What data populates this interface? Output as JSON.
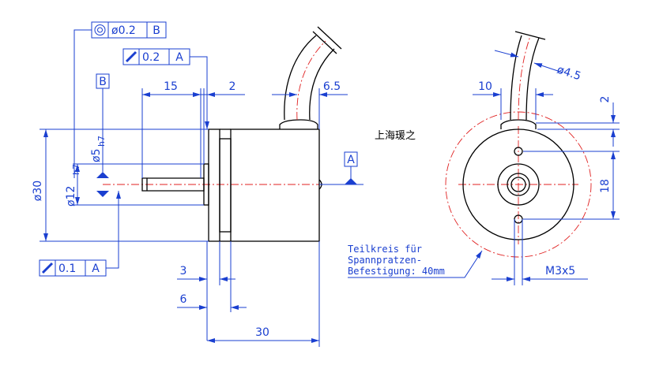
{
  "title_note": "上海瑗之",
  "tolerance_frames": {
    "concentricity": {
      "value": "ø0.2",
      "datum": "B"
    },
    "runout_top": {
      "value": "0.2",
      "datum": "A"
    },
    "runout_bottom": {
      "value": "0.1",
      "datum": "A"
    }
  },
  "datums": {
    "left": "B",
    "right": "A"
  },
  "side_view_dims": {
    "shaft_length": "15",
    "flange_gap": "2",
    "cable_offset": "6.5",
    "body_dia": "ø30",
    "flange_dia_main": "ø12",
    "flange_dia_sub": "h7",
    "shaft_dia_main": "ø5",
    "shaft_dia_sub": "h7",
    "flange_thk": "3",
    "flange_total": "6",
    "overall_length": "30"
  },
  "front_view_dims": {
    "cable_dia": "ø4.5",
    "cable_width": "10",
    "top_gap": "2",
    "hole_spacing": "18",
    "thread": "M3x5"
  },
  "pitch_circle_note": [
    "Teilkreis für",
    "Spannpratzen-",
    "Befestigung: 40mm"
  ],
  "colors": {
    "dimension": "#1a3fd0",
    "centerline": "#e02020",
    "outline": "#000000"
  }
}
